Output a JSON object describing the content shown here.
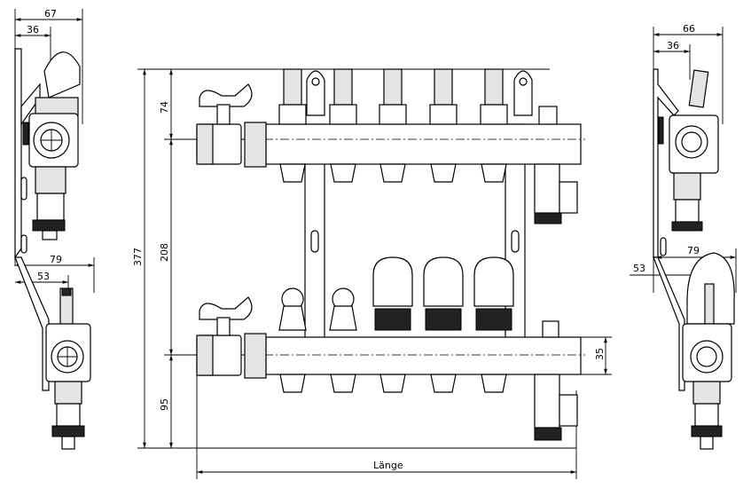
{
  "dimensions": {
    "left_top_width": "67",
    "left_top_inner": "36",
    "left_bottom_width": "79",
    "left_bottom_inner": "53",
    "height_top": "74",
    "height_middle": "208",
    "height_total": "377",
    "height_bottom": "95",
    "bar_height": "35",
    "right_top_width": "66",
    "right_top_inner": "36",
    "right_bottom_width": "79",
    "right_bottom_inner": "53",
    "length_label": "Länge"
  }
}
